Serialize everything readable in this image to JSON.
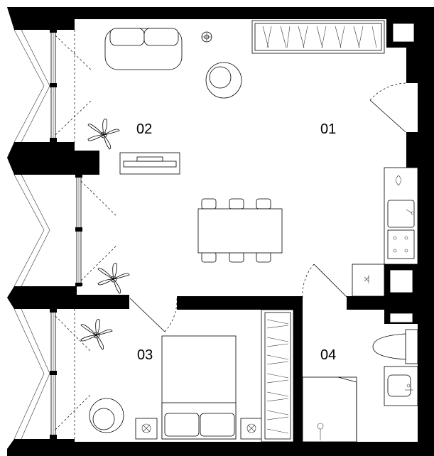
{
  "rooms": [
    {
      "id": "01",
      "label": "01"
    },
    {
      "id": "02",
      "label": "02"
    },
    {
      "id": "03",
      "label": "03"
    },
    {
      "id": "04",
      "label": "04"
    }
  ]
}
